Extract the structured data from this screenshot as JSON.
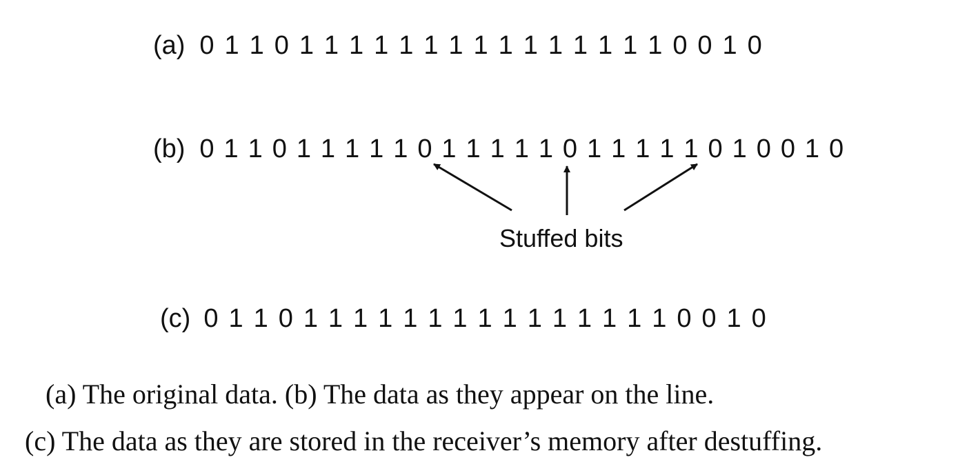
{
  "rows": [
    {
      "id": "a",
      "label": "(a)",
      "bits": "01101111111111111110010"
    },
    {
      "id": "b",
      "label": "(b)",
      "bits": "011011111011111011111010010"
    },
    {
      "id": "c",
      "label": "(c)",
      "bits": "01101111111111111110010"
    }
  ],
  "stuffed_bit_indices": [
    9,
    15,
    21
  ],
  "annotation": {
    "text": "Stuffed bits"
  },
  "caption": {
    "line1": "(a) The original data.  (b) The data as they appear on the line.",
    "line2": "(c) The data as they are stored in the receiver’s memory after destuffing."
  },
  "colors": {
    "ink": "#111111",
    "background": "#ffffff"
  }
}
